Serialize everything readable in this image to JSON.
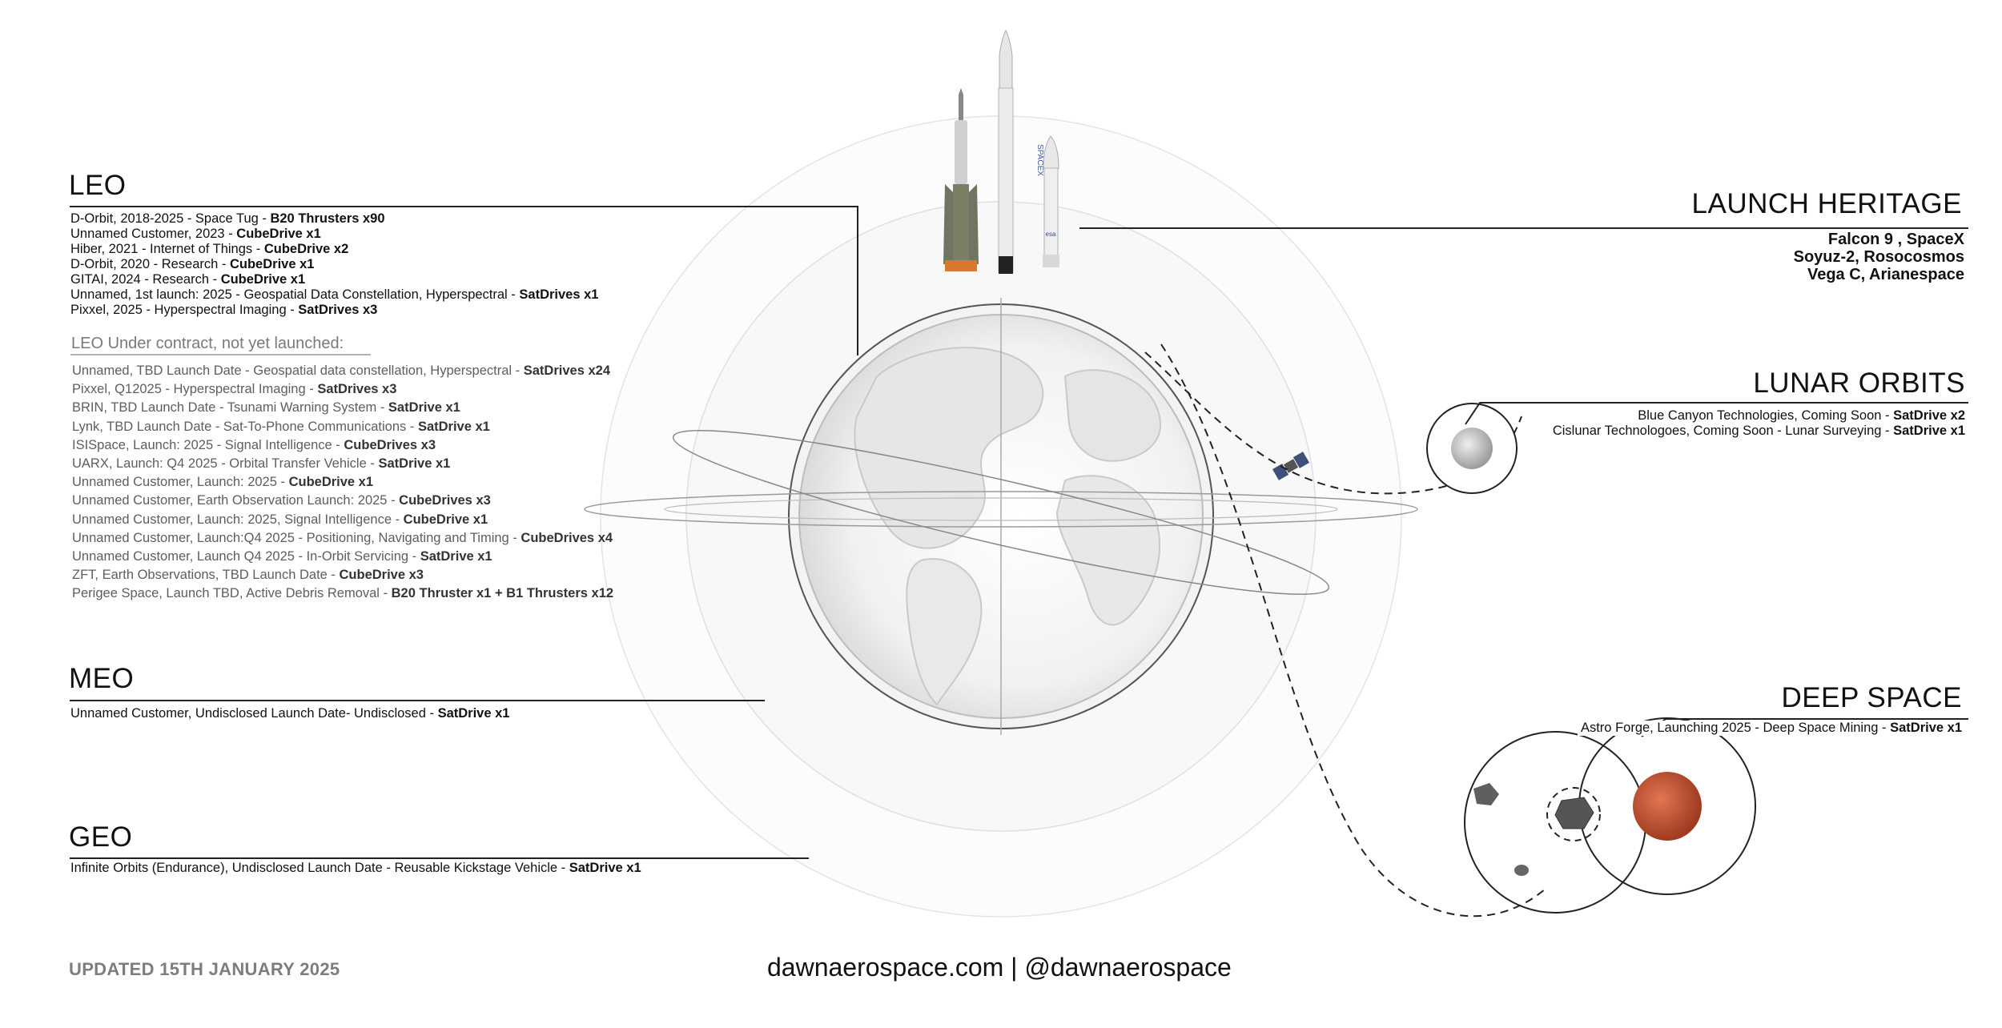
{
  "leo": {
    "heading": "LEO",
    "items": [
      {
        "text": "D-Orbit, 2018-2025 - Space Tug - ",
        "bold": "B20 Thrusters x90"
      },
      {
        "text": "Unnamed Customer, 2023 - ",
        "bold": "CubeDrive x1"
      },
      {
        "text": "Hiber, 2021 - Internet of Things - ",
        "bold": "CubeDrive x2"
      },
      {
        "text": "D-Orbit, 2020 - Research - ",
        "bold": "CubeDrive x1"
      },
      {
        "text": "GITAI, 2024 - Research - ",
        "bold": "CubeDrive x1"
      },
      {
        "text": "Unnamed, 1st launch: 2025 - Geospatial Data Constellation, Hyperspectral - ",
        "bold": "SatDrives x1"
      },
      {
        "text": "Pixxel, 2025 - Hyperspectral Imaging - ",
        "bold": "SatDrives x3"
      }
    ],
    "under_contract_heading": "LEO Under contract, not yet launched:",
    "under_contract": [
      {
        "text": "Unnamed, TBD Launch Date - Geospatial data constellation, Hyperspectral - ",
        "bold": "SatDrives x24"
      },
      {
        "text": "Pixxel, Q12025 - Hyperspectral Imaging - ",
        "bold": "SatDrives x3"
      },
      {
        "text": "BRIN, TBD Launch Date - Tsunami Warning System - ",
        "bold": "SatDrive x1"
      },
      {
        "text": "Lynk, TBD Launch Date - Sat-To-Phone Communications - ",
        "bold": "SatDrive x1"
      },
      {
        "text": "ISISpace, Launch: 2025 - Signal Intelligence - ",
        "bold": "CubeDrives x3"
      },
      {
        "text": "UARX, Launch: Q4 2025 - Orbital Transfer Vehicle -  ",
        "bold": "SatDrive x1"
      },
      {
        "text": "Unnamed Customer, Launch: 2025 -  ",
        "bold": "CubeDrive x1"
      },
      {
        "text": "Unnamed Customer, Earth Observation Launch: 2025  - ",
        "bold": "CubeDrives x3"
      },
      {
        "text": "Unnamed Customer, Launch: 2025, Signal Intelligence  - ",
        "bold": "CubeDrive x1"
      },
      {
        "text": "Unnamed Customer, Launch:Q4 2025 - Positioning, Navigating and Timing -  ",
        "bold": "CubeDrives x4"
      },
      {
        "text": "Unnamed Customer, Launch Q4 2025 - In-Orbit Servicing  - ",
        "bold": "SatDrive x1"
      },
      {
        "text": "ZFT, Earth Observations, TBD Launch Date  - ",
        "bold": "CubeDrive x3"
      },
      {
        "text": "Perigee Space, Launch TBD, Active Debris Removal - ",
        "bold": "B20 Thruster x1 + B1 Thrusters x12"
      }
    ]
  },
  "meo": {
    "heading": "MEO",
    "items": [
      {
        "text": "Unnamed Customer, Undisclosed Launch Date- Undisclosed - ",
        "bold": "SatDrive x1"
      }
    ]
  },
  "geo": {
    "heading": "GEO",
    "items": [
      {
        "text": "Infinite Orbits (Endurance), Undisclosed Launch Date - Reusable Kickstage Vehicle - ",
        "bold": "SatDrive x1"
      }
    ]
  },
  "launch_heritage": {
    "heading": "LAUNCH HERITAGE",
    "items": [
      "Falcon 9 , SpaceX",
      "Soyuz-2, Rosocosmos",
      "Vega C, Arianespace"
    ]
  },
  "lunar": {
    "heading": "LUNAR ORBITS",
    "items": [
      {
        "text": "Blue Canyon Technologies, Coming Soon - ",
        "bold": "SatDrive x2"
      },
      {
        "text": "Cislunar Technologoes, Coming Soon - Lunar Surveying - ",
        "bold": "SatDrive x1"
      }
    ]
  },
  "deep_space": {
    "heading": "DEEP SPACE",
    "items": [
      {
        "text": "Astro Forge, Launching 2025 - Deep Space Mining -  ",
        "bold": "SatDrive x1"
      }
    ]
  },
  "rocket_logos": {
    "falcon": "SPACEX",
    "vega": "esa"
  },
  "footer": {
    "updated": "UPDATED 15TH JANUARY 2025",
    "website": "dawnaerospace.com | @dawnaerospace"
  },
  "colors": {
    "text": "#111111",
    "muted": "#5e5e5e",
    "orbit_ring": "#d9d9d9",
    "mars": "#c4502f",
    "soyuz_orange": "#d9772e"
  }
}
